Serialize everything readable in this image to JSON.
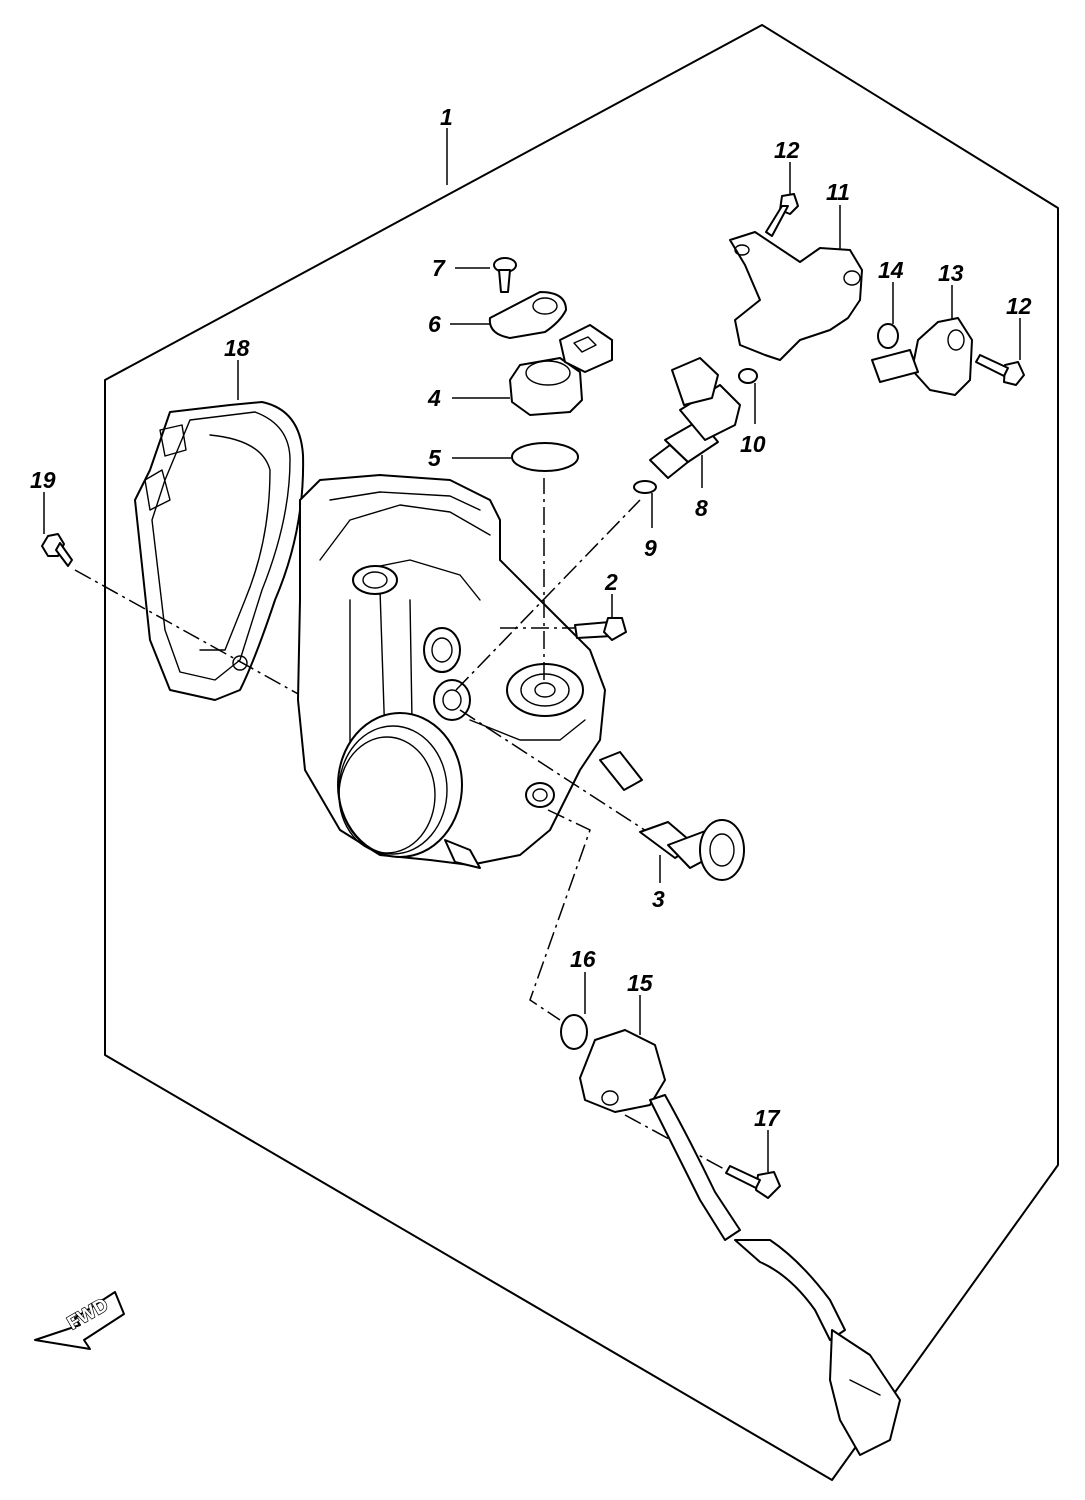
{
  "diagram": {
    "fwd_label": "FWD",
    "callouts": [
      {
        "id": "c1",
        "text": "1"
      },
      {
        "id": "c2",
        "text": "2"
      },
      {
        "id": "c3",
        "text": "3"
      },
      {
        "id": "c4",
        "text": "4"
      },
      {
        "id": "c5",
        "text": "5"
      },
      {
        "id": "c6",
        "text": "6"
      },
      {
        "id": "c7",
        "text": "7"
      },
      {
        "id": "c8",
        "text": "8"
      },
      {
        "id": "c9",
        "text": "9"
      },
      {
        "id": "c10",
        "text": "10"
      },
      {
        "id": "c11",
        "text": "11"
      },
      {
        "id": "c12a",
        "text": "12"
      },
      {
        "id": "c12b",
        "text": "12"
      },
      {
        "id": "c13",
        "text": "13"
      },
      {
        "id": "c14",
        "text": "14"
      },
      {
        "id": "c15",
        "text": "15"
      },
      {
        "id": "c16",
        "text": "16"
      },
      {
        "id": "c17",
        "text": "17"
      },
      {
        "id": "c18",
        "text": "18"
      },
      {
        "id": "c19",
        "text": "19"
      }
    ]
  }
}
